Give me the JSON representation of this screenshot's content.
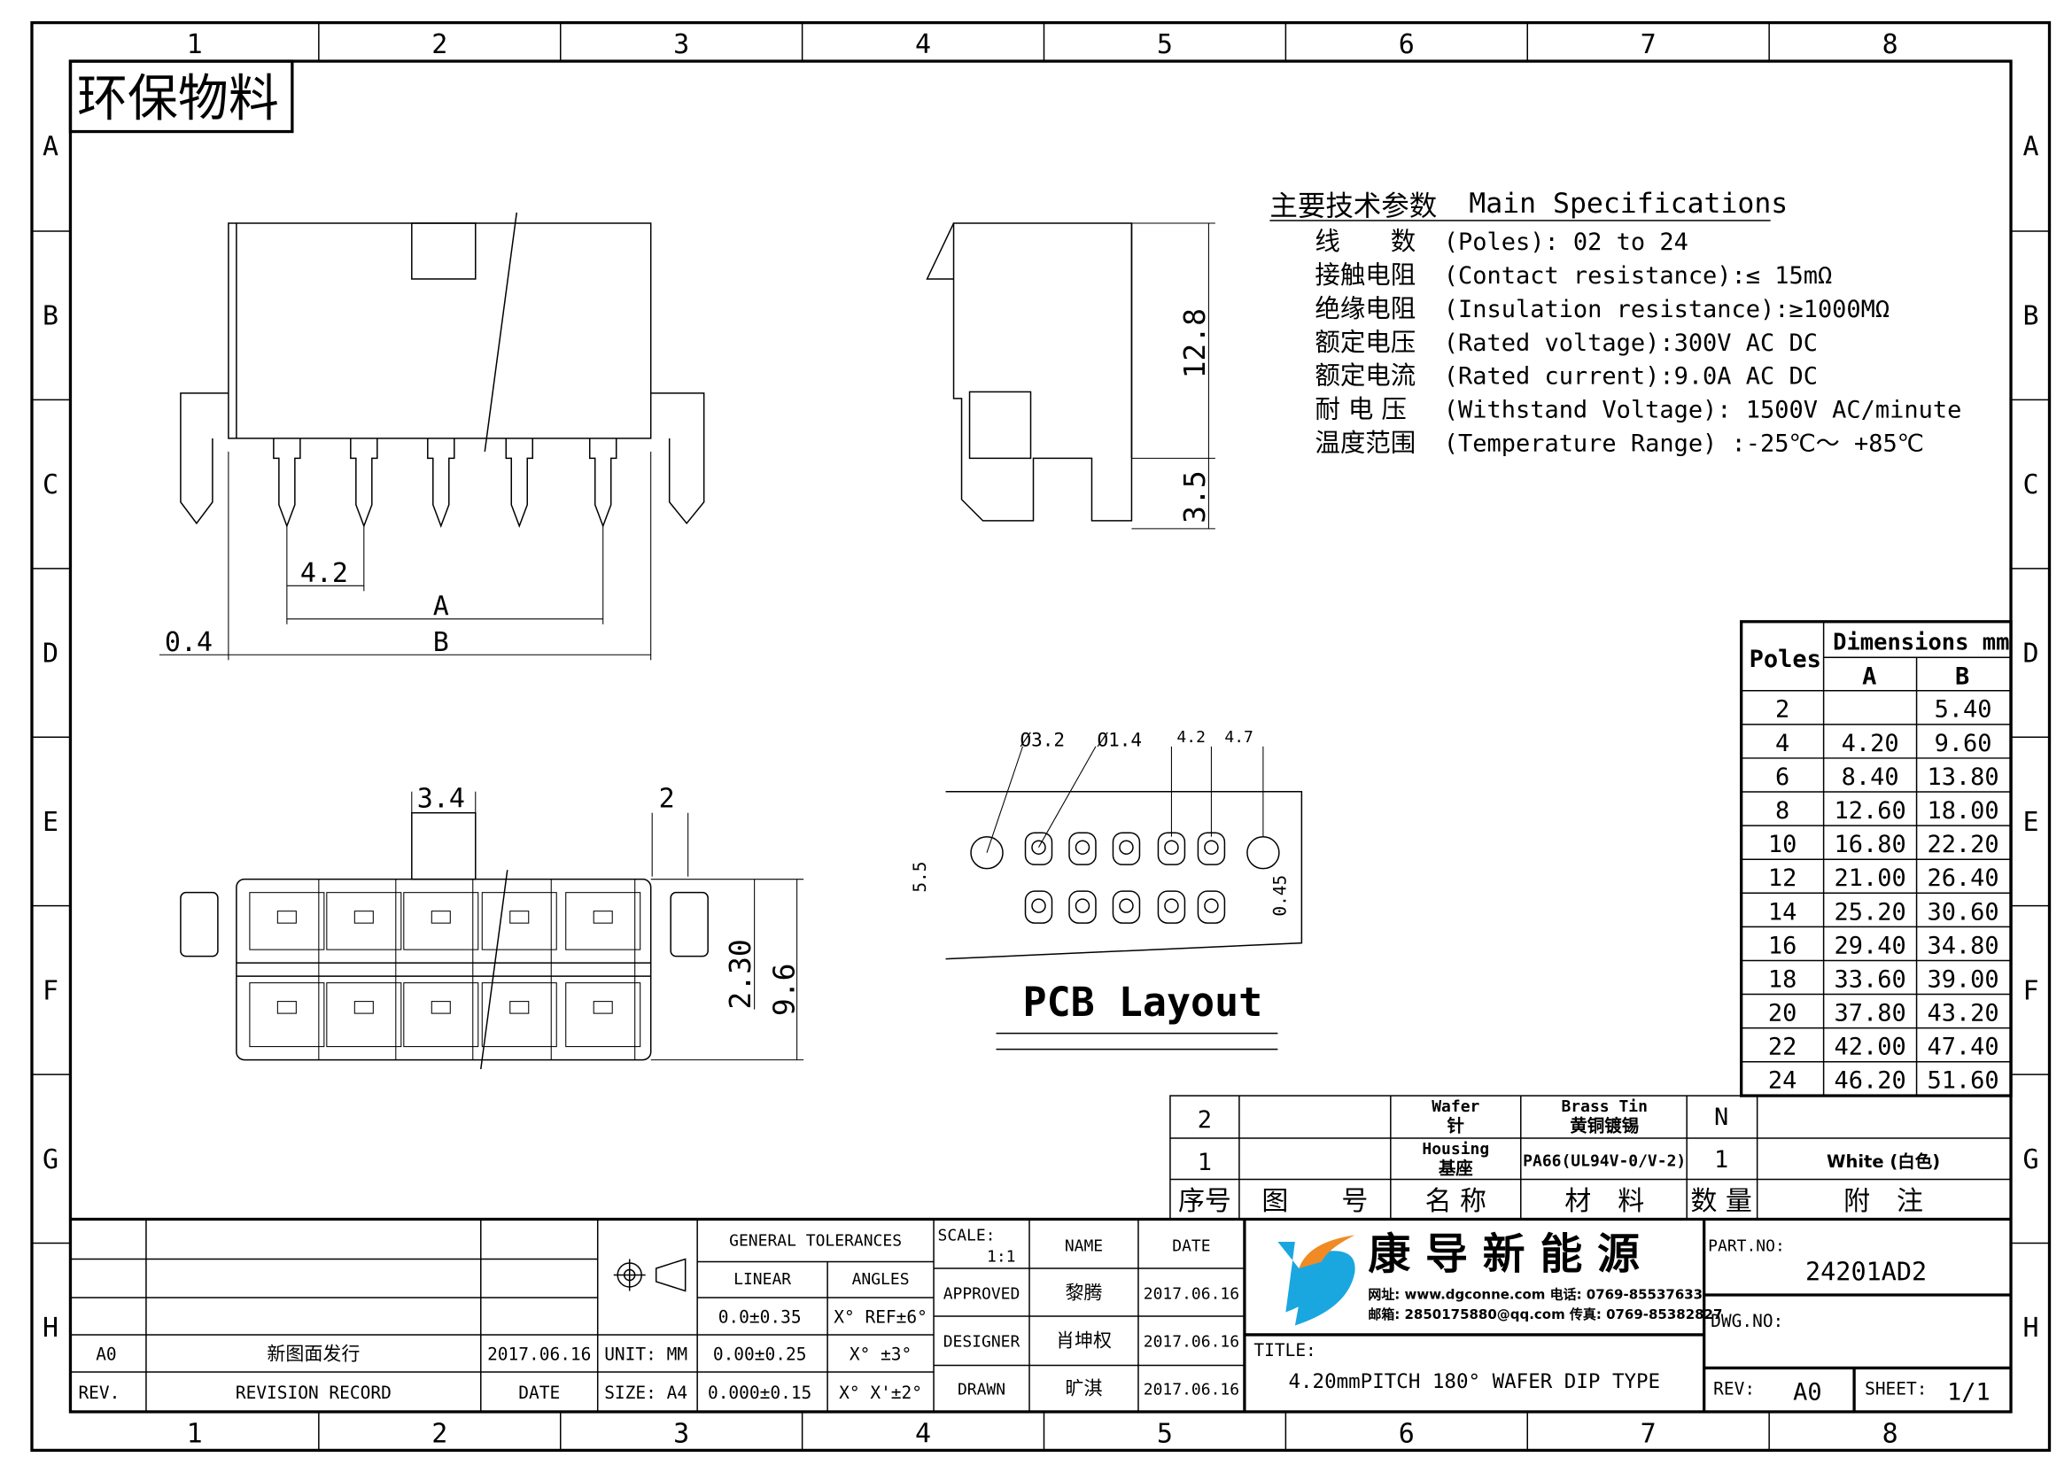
{
  "frame": {
    "columns": [
      "1",
      "2",
      "3",
      "4",
      "5",
      "6",
      "7",
      "8"
    ],
    "rows": [
      "A",
      "B",
      "C",
      "D",
      "E",
      "F",
      "G",
      "H"
    ]
  },
  "stamp": "环保物料",
  "specs": {
    "heading_cn": "主要技术参数",
    "heading_en": "Main Specifications",
    "items": [
      {
        "cn": "线　　数",
        "en": "(Poles): 02 to 24"
      },
      {
        "cn": "接触电阻",
        "en": "(Contact resistance):≤ 15mΩ"
      },
      {
        "cn": "绝缘电阻",
        "en": "(Insulation resistance):≥1000MΩ"
      },
      {
        "cn": "额定电压",
        "en": "(Rated voltage):300V AC DC"
      },
      {
        "cn": "额定电流",
        "en": "(Rated current):9.0A AC DC"
      },
      {
        "cn": "耐 电 压",
        "en": "(Withstand Voltage): 1500V AC/minute"
      },
      {
        "cn": "温度范围",
        "en": "(Temperature Range) :-25℃～ +85℃"
      }
    ]
  },
  "dims": {
    "pitch": "4.2",
    "a": "A",
    "b": "B",
    "offset": "0.4",
    "height": "12.8",
    "pin": "3.5",
    "w34": "3.4",
    "w2": "2",
    "d230": "2.30",
    "d96": "9.6",
    "hole1": "Ø3.2",
    "hole2": "Ø1.4",
    "p42": "4.2",
    "p47": "4.7",
    "row55": "5.5",
    "s045": "0.45",
    "pcb_label": "PCB Layout"
  },
  "dim_table": {
    "poles_header": "Poles",
    "dim_header": "Dimensions mm",
    "col_a": "A",
    "col_b": "B",
    "rows": [
      {
        "poles": "2",
        "a": "",
        "b": "5.40"
      },
      {
        "poles": "4",
        "a": "4.20",
        "b": "9.60"
      },
      {
        "poles": "6",
        "a": "8.40",
        "b": "13.80"
      },
      {
        "poles": "8",
        "a": "12.60",
        "b": "18.00"
      },
      {
        "poles": "10",
        "a": "16.80",
        "b": "22.20"
      },
      {
        "poles": "12",
        "a": "21.00",
        "b": "26.40"
      },
      {
        "poles": "14",
        "a": "25.20",
        "b": "30.60"
      },
      {
        "poles": "16",
        "a": "29.40",
        "b": "34.80"
      },
      {
        "poles": "18",
        "a": "33.60",
        "b": "39.00"
      },
      {
        "poles": "20",
        "a": "37.80",
        "b": "43.20"
      },
      {
        "poles": "22",
        "a": "42.00",
        "b": "47.40"
      },
      {
        "poles": "24",
        "a": "46.20",
        "b": "51.60"
      }
    ]
  },
  "bom": {
    "rows": [
      {
        "no": "2",
        "drawing": "",
        "name_en": "Wafer",
        "name_cn": "针",
        "mat1": "Brass Tin",
        "mat2": "黄铜镀锡",
        "qty": "N",
        "note": ""
      },
      {
        "no": "1",
        "drawing": "",
        "name_en": "Housing",
        "name_cn": "基座",
        "mat1": "PA66(UL94V-0/V-2)",
        "mat2": "",
        "qty": "1",
        "note": "White (白色)"
      }
    ],
    "headers": [
      "序号",
      "图　　号",
      "名 称",
      "材　料",
      "数 量",
      "附　注"
    ]
  },
  "title_block": {
    "rev_rows": [
      {
        "rev": "",
        "record": "",
        "date": ""
      },
      {
        "rev": "",
        "record": "",
        "date": ""
      },
      {
        "rev": "",
        "record": "",
        "date": ""
      },
      {
        "rev": "A0",
        "record": "新图面发行",
        "date": "2017.06.16"
      }
    ],
    "rev_header": {
      "rev": "REV.",
      "record": "REVISION RECORD",
      "date": "DATE"
    },
    "unit": "UNIT: MM",
    "size": "SIZE: A4",
    "general_tolerances": "GENERAL TOLERANCES",
    "linear": "LINEAR",
    "angles": "ANGLES",
    "linear_vals": [
      "0.0±0.35",
      "0.00±0.25",
      "0.000±0.15"
    ],
    "angle_vals": [
      "X° REF±6°",
      "X° ±3°",
      "X° X'±2°"
    ],
    "scale_label": "SCALE:",
    "scale": "1:1",
    "name_header": "NAME",
    "date_header": "DATE",
    "signoff": [
      {
        "role": "APPROVED",
        "name": "黎腾",
        "date": "2017.06.16"
      },
      {
        "role": "DESIGNER",
        "name": "肖坤权",
        "date": "2017.06.16"
      },
      {
        "role": "DRAWN",
        "name": "旷淇",
        "date": "2017.06.16"
      }
    ],
    "company": "康 导 新 能 源",
    "contact1": "网址: www.dgconne.com   电话: 0769-85537633",
    "contact2": "邮箱: 2850175880@qq.com  传真: 0769-85382827",
    "title_label": "TITLE:",
    "title": "4.20mmPITCH 180° WAFER DIP TYPE",
    "part_no_label": "PART.NO:",
    "part_no": "24201AD2",
    "dwg_no_label": "DWG.NO:",
    "rev_label": "REV:",
    "rev": "A0",
    "sheet_label": "SHEET:",
    "sheet": "1/1"
  },
  "colors": {
    "logo_blue": "#1aa7e0",
    "logo_orange": "#f08a24"
  }
}
